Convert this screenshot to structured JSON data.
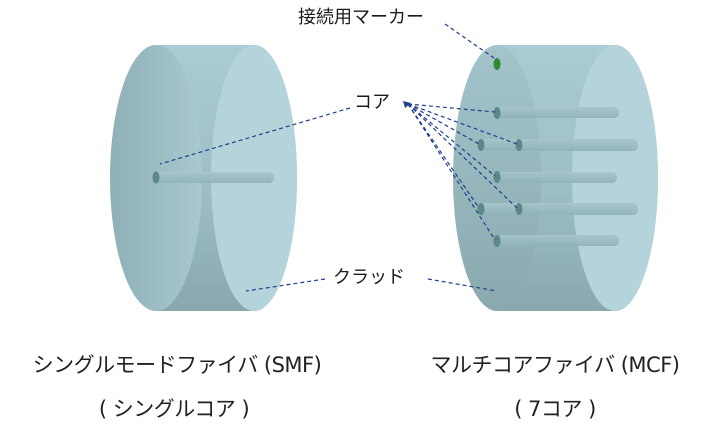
{
  "labels": {
    "marker": "接続用マーカー",
    "core": "コア",
    "cladding": "クラッド"
  },
  "captions": {
    "smf_title": "シングルモードファイバ (SMF)",
    "smf_sub": "( シングルコア )",
    "mcf_title": "マルチコアファイバ (MCF)",
    "mcf_sub": "( 7コア )"
  },
  "colors": {
    "cladding_face": "#b7d6dd",
    "cladding_body": "#9fbfc6",
    "core": "#5d8a8a",
    "marker": "#2e8b3a",
    "leader": "#1f3f8f"
  }
}
